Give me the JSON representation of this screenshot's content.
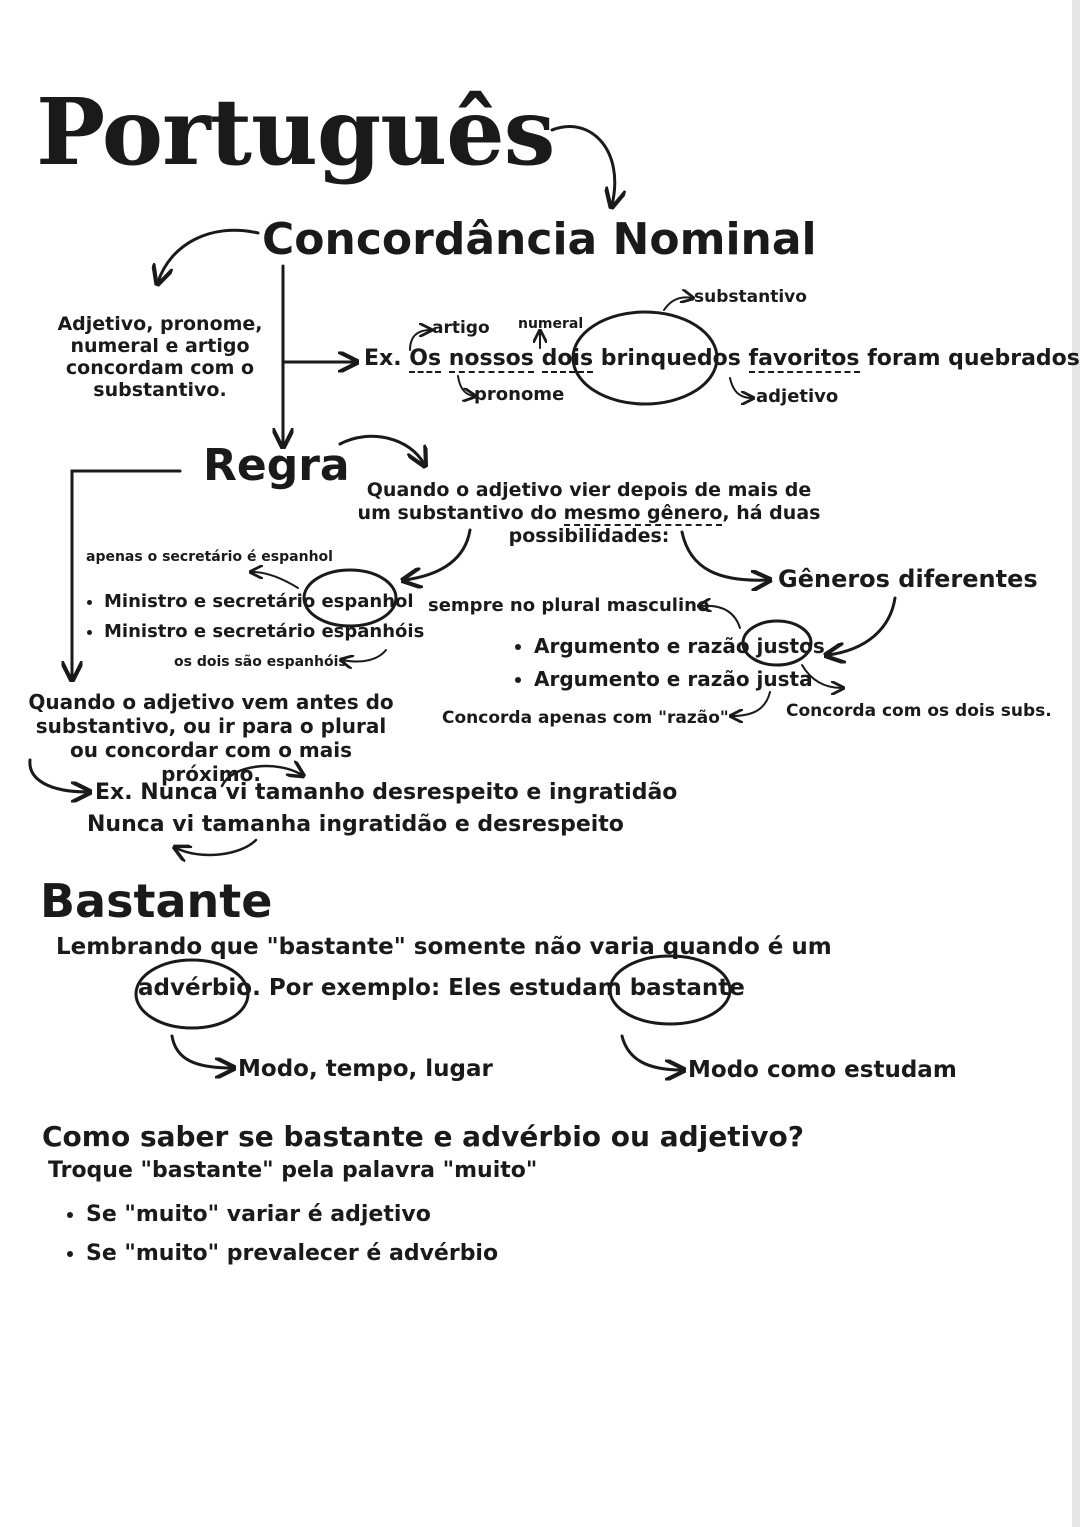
{
  "title": "Português",
  "concordancia": {
    "heading": "Concordância Nominal",
    "definition": "Adjetivo, pronome, numeral e artigo concordam com o substantivo.",
    "example": {
      "prefix": "Ex.",
      "w_os": "Os",
      "w_nossos": "nossos",
      "w_dois": "dois",
      "w_brinquedos": "brinquedos",
      "w_favoritos": "favoritos",
      "rest": "foram quebrados.",
      "tag_artigo": "artigo",
      "tag_numeral": "numeral",
      "tag_substantivo": "substantivo",
      "tag_pronome": "pronome",
      "tag_adjetivo": "adjetivo"
    }
  },
  "regra": {
    "heading": "Regra",
    "description_a": "Quando o adjetivo vier depois de mais de",
    "description_b": "um substantivo do",
    "description_c": "mesmo gênero",
    "description_d": ",  há duas",
    "description_e": "possibilidades:",
    "left_note_top": "apenas o secretário é espanhol",
    "left_items": [
      "Ministro e secretário espanhol",
      "Ministro e secretário espanhóis"
    ],
    "left_note_bottom": "os dois são espanhóis",
    "generos_diferentes": "Gêneros diferentes",
    "right_note_top": "sempre no plural masculino",
    "right_items": [
      "Argumento e razão justos",
      "Argumento e razão justa"
    ],
    "right_note_left": "Concorda apenas com \"razão\"",
    "right_note_right": "Concorda com os dois subs.",
    "antes": "Quando o adjetivo vem antes do substantivo, ou ir para o plural ou concordar com o mais próximo.",
    "antes_ex1": "Ex. Nunca vi tamanho desrespeito e ingratidão",
    "antes_ex2": "Nunca vi tamanha ingratidão e desrespeito"
  },
  "bastante": {
    "heading": "Bastante",
    "line1": "Lembrando que \"bastante\" somente não varia quando é um",
    "w_adverbio": "advérbio",
    "line2_mid": ". Por exemplo: Eles estudam",
    "w_bastante": "bastante",
    "note_left": "Modo, tempo, lugar",
    "note_right": "Modo como estudam"
  },
  "como_saber": {
    "heading": "Como saber se bastante e advérbio ou adjetivo?",
    "instruction": "Troque \"bastante\" pela palavra \"muito\"",
    "items": [
      "Se \"muito\" variar é adjetivo",
      "Se \"muito\" prevalecer é advérbio"
    ]
  }
}
